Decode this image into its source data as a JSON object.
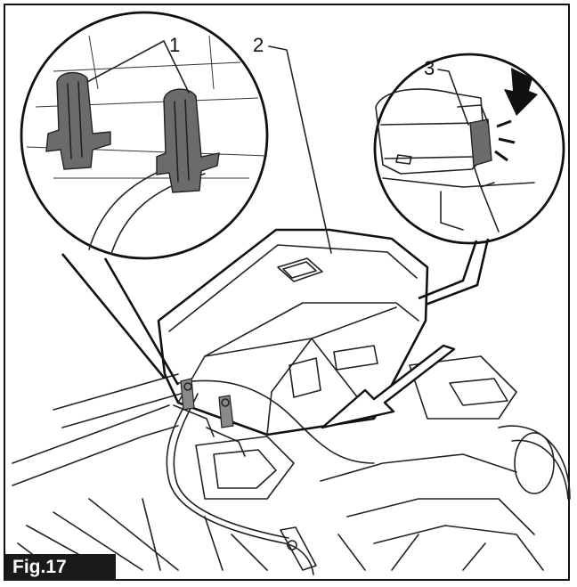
{
  "figure": {
    "label": "Fig.17",
    "callouts": [
      {
        "id": "1",
        "text": "1"
      },
      {
        "id": "2",
        "text": "2"
      },
      {
        "id": "3",
        "text": "3"
      }
    ],
    "colors": {
      "ink": "#222222",
      "shade": "#6b6b6b",
      "label_bg": "#1a1a1a"
    }
  }
}
